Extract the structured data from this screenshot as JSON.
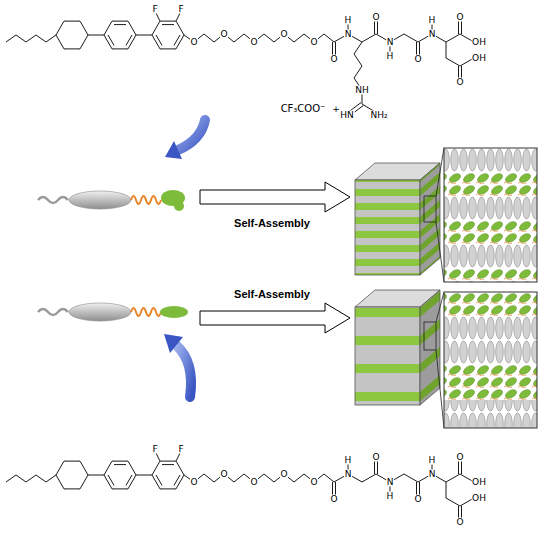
{
  "diagram": {
    "labels": [
      "F",
      "F",
      "O",
      "O",
      "O",
      "O",
      "O",
      "O",
      "H",
      "N",
      "O",
      "N",
      "H",
      "O",
      "H",
      "N",
      "O",
      "OH",
      "OH",
      "O",
      "NH",
      "CF₃COO⁻",
      "+",
      "HN",
      "NH₂",
      "Self-Assembly",
      "Self-Assembly",
      "F",
      "F",
      "O",
      "O",
      "O",
      "O",
      "O",
      "O",
      "H",
      "N",
      "O",
      "N",
      "H",
      "O",
      "H",
      "N",
      "O",
      "OH",
      "OH",
      "O"
    ]
  }
}
